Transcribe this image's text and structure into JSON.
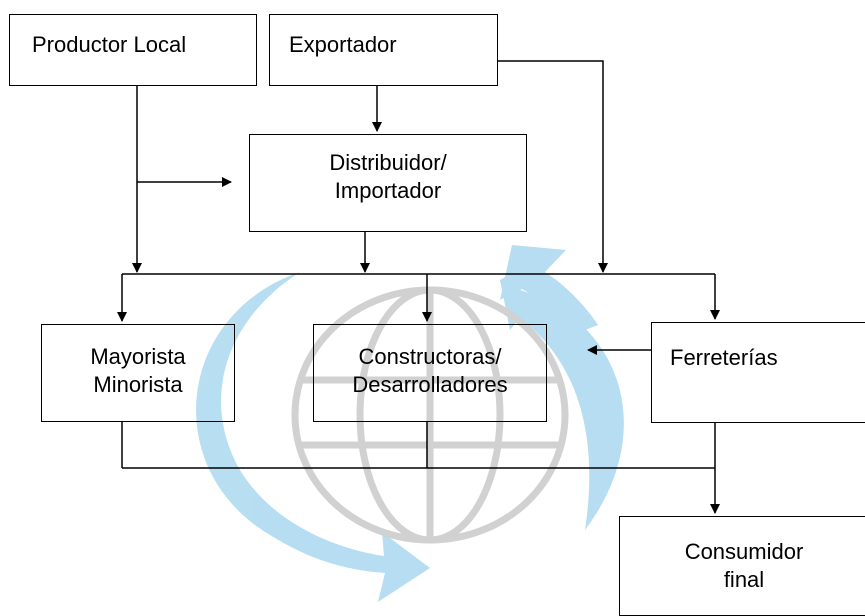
{
  "diagram": {
    "nodes": {
      "productor_local": "Productor Local",
      "exportador": "Exportador",
      "distribuidor": [
        "Distribuidor/",
        "Importador"
      ],
      "mayorista": [
        "Mayorista",
        "Minorista"
      ],
      "constructoras": [
        "Constructoras/",
        "Desarrolladores"
      ],
      "ferreterias": "Ferreterías",
      "consumidor": [
        "Consumidor",
        "final"
      ]
    },
    "edges": [
      {
        "from": "Productor Local",
        "to": "Distribuidor/Importador"
      },
      {
        "from": "Productor Local",
        "to": "Mayorista/Constructoras/Ferreterías"
      },
      {
        "from": "Exportador",
        "to": "Distribuidor/Importador"
      },
      {
        "from": "Exportador",
        "to": "Mayorista/Constructoras/Ferreterías"
      },
      {
        "from": "Distribuidor/Importador",
        "to": "Mayorista/Constructoras/Ferreterías"
      },
      {
        "from": "Ferreterías",
        "to": "Constructoras/Desarrolladores"
      },
      {
        "from": "Mayorista/Constructoras/Ferreterías",
        "to": "Consumidor final"
      }
    ],
    "colors": {
      "line": "#000000",
      "watermark_blue": "#5fb6e1",
      "watermark_globe": "#9a9a9a"
    }
  }
}
